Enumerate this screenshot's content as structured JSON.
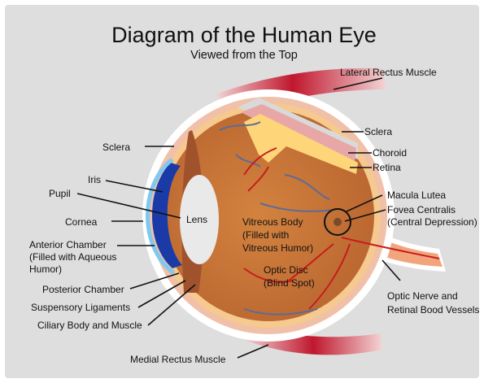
{
  "title": "Diagram of the Human Eye",
  "subtitle": "Viewed from the Top",
  "labels": {
    "lateral_rectus": "Lateral Rectus Muscle",
    "sclera_right": "Sclera",
    "choroid": "Choroid",
    "retina": "Retina",
    "macula_lutea": "Macula Lutea",
    "fovea_1": "Fovea Centralis",
    "fovea_2": "(Central Depression)",
    "sclera_left": "Sclera",
    "iris": "Iris",
    "pupil": "Pupil",
    "cornea": "Cornea",
    "anterior_1": "Anterior Chamber",
    "anterior_2": "(Filled with Aqueous",
    "anterior_3": "Humor)",
    "posterior_chamber": "Posterior Chamber",
    "suspensory": "Suspensory Ligaments",
    "ciliary": "Ciliary Body and Muscle",
    "lens": "Lens",
    "vitreous_1": "Vitreous Body",
    "vitreous_2": "(Filled with",
    "vitreous_3": "Vitreous Humor)",
    "optic_disc_1": "Optic Disc",
    "optic_disc_2": "(Blind Spot)",
    "optic_nerve_1": "Optic Nerve and",
    "optic_nerve_2": "Retinal Bood Vessels",
    "medial_rectus": "Medial Rectus Muscle"
  },
  "colors": {
    "background": "#dedede",
    "vitreous": "#c8743a",
    "choroid_band": "#f0c0a8",
    "retina_band": "#ffd57a",
    "sclera_outline": "#ffffff",
    "muscle": "#c0172e",
    "cornea": "#1a3aa8",
    "lens": "#e9e9e9",
    "vessel": "#c61d1d",
    "vein": "#5b6c97"
  }
}
